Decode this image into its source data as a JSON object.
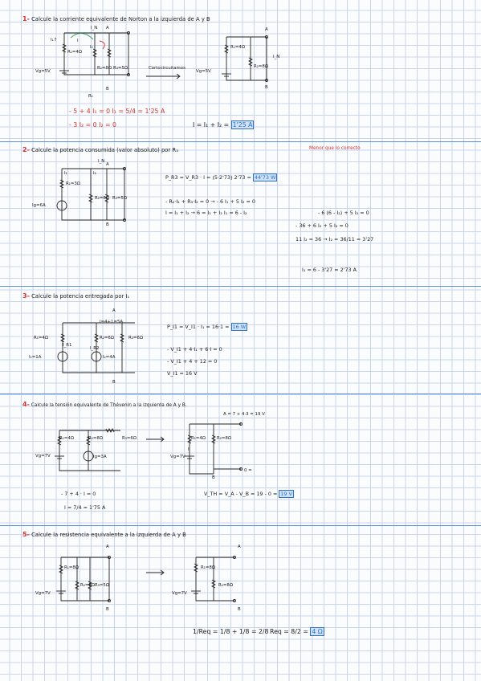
{
  "p1": {
    "num": "1-",
    "title": "Calcule la corriente equivalente de Norton a la izquierda de A y B",
    "labels": {
      "I1": "I₁↑",
      "IN": "I_N",
      "A": "A",
      "I": "I",
      "I2": "I₂",
      "R1": "R₁=4Ω",
      "R2": "R₂=8Ω",
      "R3": "R₃=5Ω",
      "Vg": "Vg=5V",
      "B": "B",
      "cc": "Cortocircuitamos",
      "R1b": "R₁=4Ω",
      "R2b": "R₂=8Ω",
      "Vgb": "Vg=5V",
      "Ab": "A",
      "Bb": "B",
      "INb": "I_N",
      "r1": "R₁"
    },
    "eq1": "- 5 + 4 I₁ = 0     I₁ = 5/4 = 1'25 A",
    "eq2": "- 3 I₂ = 0     I₂ = 0",
    "result_prefix": "I = I₁ + I₂ = ",
    "result": "1'25 A"
  },
  "p2": {
    "num": "2-",
    "title": "Calcule la potencia consumida (valor absoluto) por R₃",
    "note": "Menor que lo correcto",
    "labels": {
      "IN": "I_N",
      "A": "A",
      "I1": "I₁",
      "I2": "I₂",
      "R1": "R₁=3Ω",
      "R2": "R₂=6Ω",
      "R3": "R₃=5Ω",
      "Ig": "Ig=6A",
      "B": "B"
    },
    "eq1_prefix": "P_R3 = V_R3 · I = (5·2'73) 2'73 = ",
    "eq1_result": "44'73 W",
    "eq2": "- R₂·I₁ + R₃·I₂ = 0  →  - 6 I₁ + 5 I₂ = 0",
    "eq3": "I = I₁ + I₂   → 6 = I₁ + I₂     I₁ = 6 - I₂",
    "eq4": "- 6 (6 - I₂) + 5 I₂ = 0",
    "eq5": "- 36 + 6 I₂ + 5 I₂ = 0",
    "eq6": "11 I₂ = 36   → I₂ = 36/11 = 3'27",
    "eq7": "I₁ = 6 - 3'27 = 2'73 A"
  },
  "p3": {
    "num": "3-",
    "title": "Calcule la potencia entregada por I₁",
    "labels": {
      "A": "A",
      "I": "I=4+1=5A",
      "R1": "R₁=4Ω",
      "R2": "R₂=6Ω",
      "R3": "R₃=6Ω",
      "Ir1": "I_R1",
      "Ir2": "I_R2",
      "I1": "I₁=1A",
      "I2": "I₂=4A",
      "B": "B"
    },
    "eq1_prefix": "P_I1 = V_I1 · I₁ = 16·1 = ",
    "eq1_result": "16 W",
    "eq2": "- V_I1 + 4·I₁ + 6·I = 0",
    "eq3": "- V_I1 + 4 + 12 = 0",
    "eq4": "V_I1 = 16 V"
  },
  "p4": {
    "num": "4-",
    "title": "Calcule la tensión equivalente de Thévenin a la izquierda de A y B.",
    "labels": {
      "R1": "R₁=4Ω",
      "R2": "R₂=8Ω",
      "R3": "R₃=6Ω",
      "Vg": "Vg=7V",
      "Ig": "Ig=3A",
      "R1b": "R₁=4Ω",
      "R2b": "R₂=8Ω",
      "Vgb": "Vg=7V",
      "Ab": "A = 7 + 4·3 = 19 V",
      "Bb": "B",
      "Bz": "0 =",
      "IA": "I"
    },
    "eq1": "- 7 + 4 · I = 0",
    "eq2": "I = 7/4 = 1'75 A",
    "eq3_prefix": "V_TH = V_A - V_B = 19 - 0 = ",
    "eq3_result": "19 V"
  },
  "p5": {
    "num": "5-",
    "title": "Calcule la resistencia equivalente a la izquierda de A y B",
    "labels": {
      "A": "A",
      "R1": "R₁=8Ω",
      "R2": "R₂=8Ω",
      "R3": "R₃=5Ω",
      "Vg": "Vg=7V",
      "B": "B",
      "Ab": "A",
      "Bb": "B",
      "R1b": "R₁=8Ω",
      "R2b": "R₂=8Ω",
      "Vgb": "Vg=7V"
    },
    "eq1": "1/Req = 1/8 + 1/8 = 2/8",
    "eq2_prefix": "Req = 8/2 = ",
    "eq2_result": "4 Ω"
  }
}
